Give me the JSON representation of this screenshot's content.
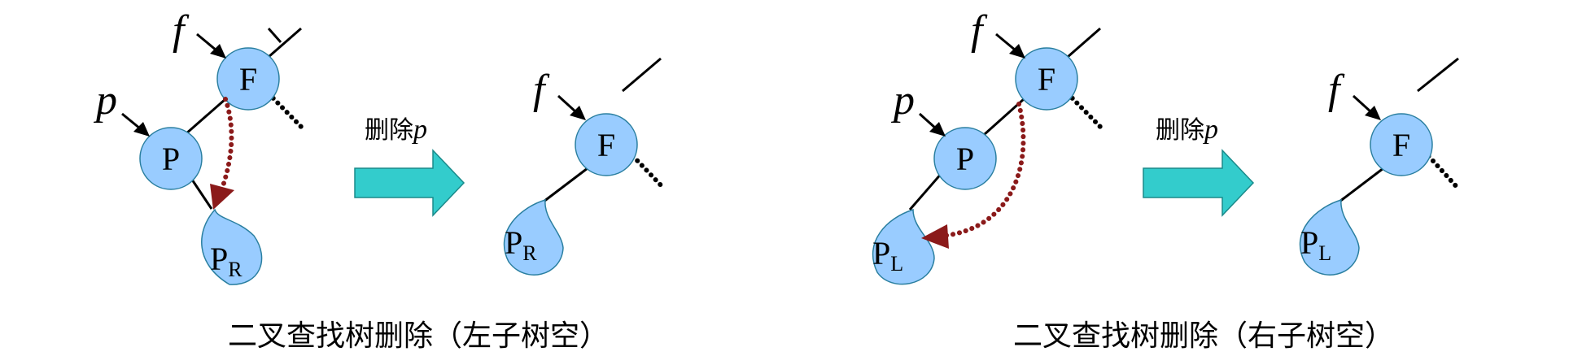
{
  "panels": [
    {
      "caption": "二叉查找树删除（左子树空）",
      "before": {
        "parent_label": "F",
        "node_label": "P",
        "subtree_label": "P",
        "subtree_sub": "R",
        "ptr_parent": "f",
        "ptr_node": "p"
      },
      "transition": {
        "text": "删除",
        "var": "p"
      },
      "after": {
        "parent_label": "F",
        "subtree_label": "P",
        "subtree_sub": "R",
        "ptr_parent": "f"
      }
    },
    {
      "caption": "二叉查找树删除（右子树空）",
      "before": {
        "parent_label": "F",
        "node_label": "P",
        "subtree_label": "P",
        "subtree_sub": "L",
        "ptr_parent": "f",
        "ptr_node": "p"
      },
      "transition": {
        "text": "删除",
        "var": "p"
      },
      "after": {
        "parent_label": "F",
        "subtree_label": "P",
        "subtree_sub": "L",
        "ptr_parent": "f"
      }
    }
  ],
  "colors": {
    "node_fill": "#99ccff",
    "move_arrow": "#8b1a1a",
    "transition_arrow": "#33cccc"
  }
}
